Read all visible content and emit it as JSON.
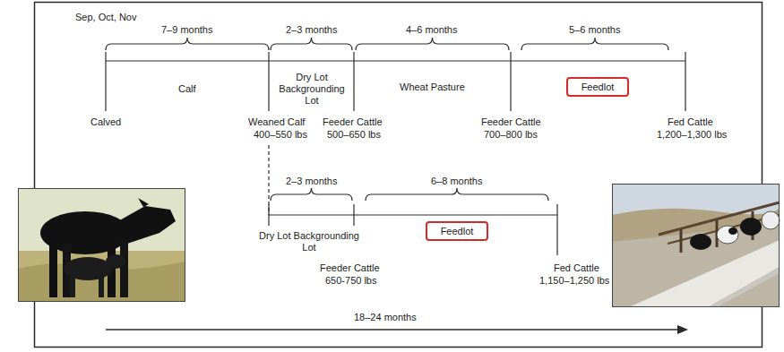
{
  "diagram": {
    "nodes": [
      {
        "text": [
          "Feedlot"
        ]
      },
      {
        "text": [
          "Feedlot"
        ]
      }
    ],
    "labels": [
      "Sep, Oct, Nov",
      "7–9 months",
      "2–3 months",
      "4–6 months",
      "5–6 months",
      "Calf",
      "Dry Lot Backgrounding Lot",
      "Wheat Pasture",
      "Calved",
      "Weaned Calf",
      "400–550 lbs",
      "Feeder Cattle",
      "500–650 lbs",
      "Feeder Cattle",
      "700–800 lbs",
      "Fed Cattle",
      "1,200–1,300 lbs",
      "2–3 months",
      "6–8 months",
      "Dry Lot Backgrounding Lot",
      "Feeder Cattle",
      "650-750 lbs",
      "Fed Cattle",
      "1,150–1,250 lbs",
      "18–24 months"
    ]
  }
}
